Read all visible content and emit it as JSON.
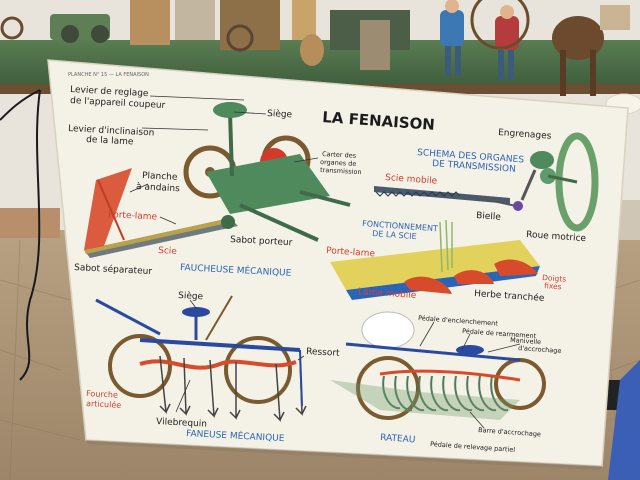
{
  "poster": {
    "small_header": "PLANCHE N° 15 — LA FENAISON",
    "title": "LA FENAISON",
    "faucheuse": {
      "caption": "FAUCHEUSE MÉCANIQUE",
      "levier_reglage": [
        "Levier de reglage",
        "de l'appareil coupeur"
      ],
      "levier_inclinaison": [
        "Levier d'inclinaison",
        "de la lame"
      ],
      "siege": "Siège",
      "carter": [
        "Carter des",
        "organes de",
        "transmission"
      ],
      "planche": [
        "Planche",
        "à andains"
      ],
      "porte_lame": "Porte-lame",
      "scie": "Scie",
      "sabot_porteur": "Sabot porteur",
      "sabot_separateur": "Sabot séparateur"
    },
    "schema": {
      "title": [
        "SCHEMA DES ORGANES",
        "DE TRANSMISSION"
      ],
      "engrenages": "Engrenages",
      "scie_mobile": "Scie mobile",
      "bielle": "Bielle",
      "roue_motrice": "Roue motrice"
    },
    "fonctionnement": {
      "title": [
        "FONCTIONNEMENT",
        "DE LA SCIE"
      ],
      "porte_lame": "Porte-lame",
      "doigts_fixes": [
        "Doigts",
        "fixes"
      ],
      "lame_mobile": "Lame mobile",
      "herbe_tranchee": "Herbe tranchée"
    },
    "faneuse": {
      "caption": "FANEUSE MÉCANIQUE",
      "siege": "Siège",
      "ressort": "Ressort",
      "fourche": [
        "Fourche",
        "articulée"
      ],
      "vilebrequin": "Vilebrequin"
    },
    "rateau": {
      "caption": "RATEAU",
      "pedale_enclenchement": "Pédale d'enclenchement",
      "pedale_rearmement": "Pédale de rearmement",
      "manivelle": [
        "Manivelle",
        "d'accrochage"
      ],
      "barre_accrochage": "Barre d'accrochage",
      "pedale_relevage": "Pédale de relevage partiel"
    }
  },
  "colors": {
    "paper": "#f4f1e6",
    "accent_red": "#d2402e",
    "accent_blue": "#2a64b8",
    "machine_green": "#4f8a5c",
    "wood_brown": "#8a6a3a"
  }
}
